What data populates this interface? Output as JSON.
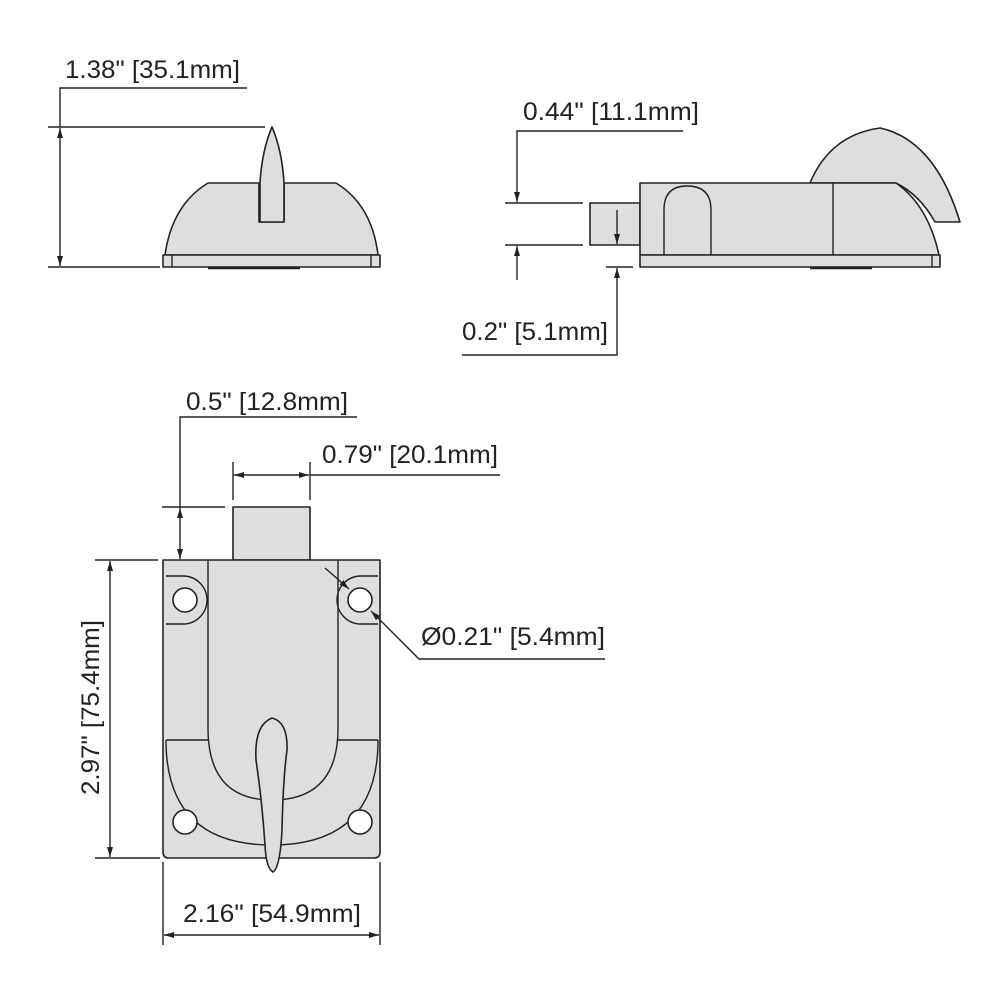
{
  "dimensions": {
    "overall_height": "1.38\" [35.1mm]",
    "lever_height": "0.44\" [11.1mm]",
    "bolt_offset": "0.2\" [5.1mm]",
    "bolt_projection": "0.5\" [12.8mm]",
    "bolt_width": "0.79\" [20.1mm]",
    "hole_diameter": "Ø0.21\" [5.4mm]",
    "plate_length": "2.97\" [75.4mm]",
    "plate_width": "2.16\" [54.9mm]"
  },
  "colors": {
    "part_fill": "#dedede",
    "line": "#222222",
    "background": "#ffffff"
  }
}
